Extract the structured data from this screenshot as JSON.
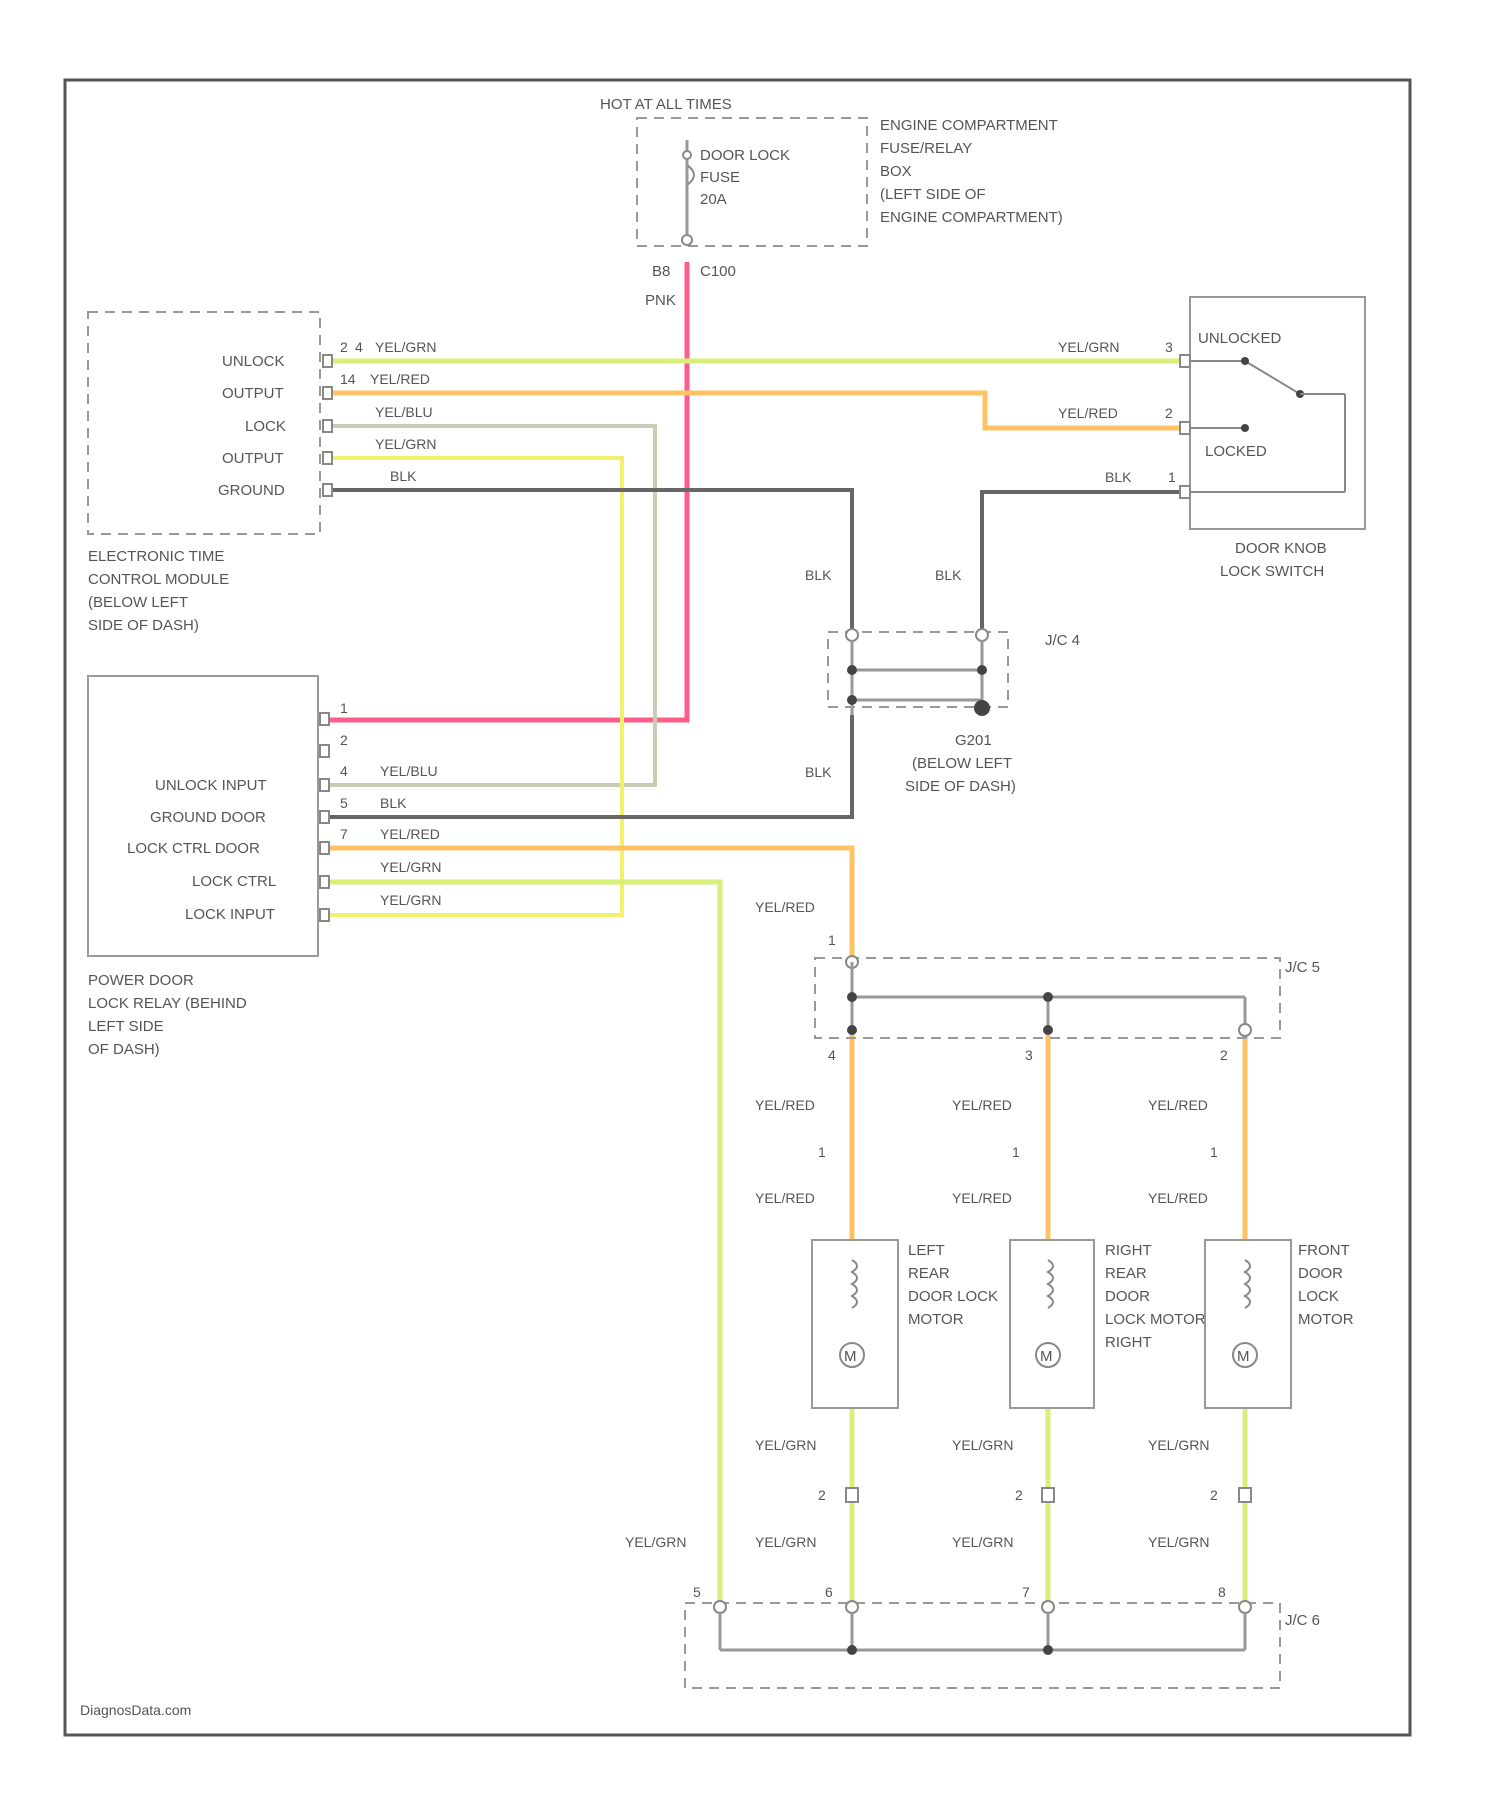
{
  "fuse_box": {
    "header": "HOT AT ALL TIMES",
    "fuse_label": [
      "DOOR LOCK",
      "FUSE",
      "20A"
    ],
    "location": [
      "ENGINE COMPARTMENT",
      "FUSE/RELAY",
      "BOX",
      "(LEFT SIDE OF",
      "ENGINE COMPARTMENT)"
    ],
    "connector_pin": "B8",
    "connector_id": "C100",
    "wire_color": "PNK"
  },
  "etcm": {
    "pins": [
      {
        "label": "UNLOCK",
        "pin": "2",
        "wire": "4",
        "color": "YEL/GRN"
      },
      {
        "label": "OUTPUT",
        "pin": "14",
        "wire": "",
        "color": "YEL/RED"
      },
      {
        "label": "LOCK",
        "pin": "",
        "wire": "",
        "color": "YEL/BLU"
      },
      {
        "label": "OUTPUT",
        "pin": "",
        "wire": "",
        "color": "YEL/GRN"
      },
      {
        "label": "GROUND",
        "pin": "",
        "wire": "",
        "color": "BLK"
      }
    ],
    "caption": [
      "ELECTRONIC TIME",
      "CONTROL MODULE",
      "(BELOW LEFT",
      "SIDE OF DASH)"
    ]
  },
  "switch": {
    "wires": [
      {
        "color": "YEL/GRN",
        "pin": "3"
      },
      {
        "color": "YEL/RED",
        "pin": "2"
      },
      {
        "color": "BLK",
        "pin": "1"
      }
    ],
    "unlocked": "UNLOCKED",
    "locked": "LOCKED",
    "caption": [
      "DOOR KNOB",
      "LOCK SWITCH"
    ]
  },
  "jc4": {
    "id": "J/C 4",
    "left_color": "BLK",
    "right_color": "BLK",
    "bottom_color": "BLK",
    "ground_id": "G201",
    "ground_caption": [
      "(BELOW LEFT",
      "SIDE OF DASH)"
    ]
  },
  "relay": {
    "pins": [
      {
        "pin": "1",
        "label": "",
        "color": ""
      },
      {
        "pin": "2",
        "label": "",
        "color": ""
      },
      {
        "pin": "4",
        "label": "UNLOCK INPUT",
        "color": "YEL/BLU"
      },
      {
        "pin": "5",
        "label": "GROUND DOOR",
        "color": "BLK"
      },
      {
        "pin": "7",
        "label": "LOCK CTRL DOOR",
        "color": "YEL/RED"
      },
      {
        "pin": "",
        "label": "LOCK CTRL",
        "color": "YEL/GRN"
      },
      {
        "pin": "",
        "label": "LOCK INPUT",
        "color": "YEL/GRN"
      }
    ],
    "caption": [
      "POWER DOOR",
      "LOCK RELAY (BEHIND",
      "LEFT SIDE",
      "OF DASH)"
    ]
  },
  "jc5": {
    "id": "J/C 5",
    "feed_color": "YEL/RED",
    "feed_pin": "1",
    "branch_pins": [
      "4",
      "3",
      "2"
    ]
  },
  "motors": [
    {
      "caption": [
        "LEFT",
        "REAR",
        "DOOR LOCK",
        "MOTOR"
      ],
      "upper_color": "YEL/RED",
      "mid_pin": "1",
      "lower_color": "YEL/RED",
      "bottom_color": "YEL/GRN",
      "bottom_pin": "2",
      "after_color": "YEL/GRN",
      "glyph": "M"
    },
    {
      "caption": [
        "RIGHT",
        "REAR",
        "DOOR",
        "LOCK MOTOR",
        "RIGHT"
      ],
      "upper_color": "YEL/RED",
      "mid_pin": "1",
      "lower_color": "YEL/RED",
      "bottom_color": "YEL/GRN",
      "bottom_pin": "2",
      "after_color": "YEL/GRN",
      "glyph": "M"
    },
    {
      "caption": [
        "FRONT",
        "DOOR",
        "LOCK",
        "MOTOR"
      ],
      "upper_color": "YEL/RED",
      "mid_pin": "1",
      "lower_color": "YEL/RED",
      "bottom_color": "YEL/GRN",
      "bottom_pin": "2",
      "after_color": "YEL/GRN",
      "glyph": "M"
    }
  ],
  "jc6": {
    "id": "J/C 6",
    "feed_color": "YEL/GRN",
    "pins": [
      "5",
      "6",
      "7",
      "8"
    ]
  },
  "watermark": "DiagnosData.com"
}
